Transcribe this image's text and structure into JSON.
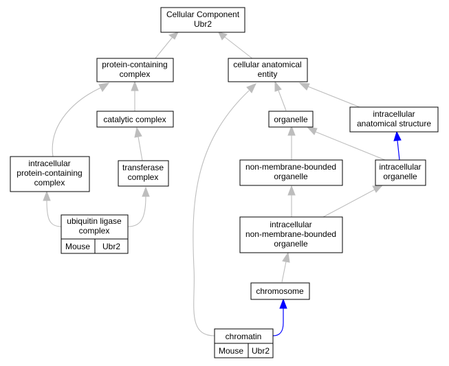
{
  "colors": {
    "node_fill": "#ffffff",
    "node_stroke": "#000000",
    "edge_gray": "#bdbdbd",
    "edge_blue": "#0000ff",
    "cell_fill": "#add8e6"
  },
  "nodes": {
    "root": {
      "lines": [
        "Cellular Component",
        "Ubr2"
      ]
    },
    "protein_complex": {
      "lines": [
        "protein-containing",
        "complex"
      ]
    },
    "anatomical_entity": {
      "lines": [
        "cellular anatomical",
        "entity"
      ]
    },
    "catalytic_complex": {
      "lines": [
        "catalytic complex"
      ]
    },
    "organelle": {
      "lines": [
        "organelle"
      ]
    },
    "intracellular_anatomical_structure": {
      "lines": [
        "intracellular",
        "anatomical structure"
      ]
    },
    "intracellular_protein_complex": {
      "lines": [
        "intracellular",
        "protein-containing",
        "complex"
      ]
    },
    "transferase_complex": {
      "lines": [
        "transferase",
        "complex"
      ]
    },
    "non_membrane_bounded_organelle": {
      "lines": [
        "non-membrane-bounded",
        "organelle"
      ]
    },
    "intracellular_organelle": {
      "lines": [
        "intracellular",
        "organelle"
      ]
    },
    "ubiquitin_ligase_complex": {
      "lines": [
        "ubiquitin ligase",
        "complex"
      ],
      "cells": [
        "Mouse",
        "Ubr2"
      ]
    },
    "intracellular_non_membrane_organelle": {
      "lines": [
        "intracellular",
        "non-membrane-bounded",
        "organelle"
      ]
    },
    "chromosome": {
      "lines": [
        "chromosome"
      ]
    },
    "chromatin": {
      "lines": [
        "chromatin"
      ],
      "cells": [
        "Mouse",
        "Ubr2"
      ]
    }
  }
}
